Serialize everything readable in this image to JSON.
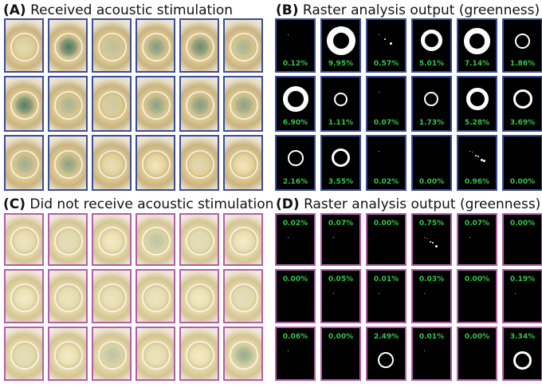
{
  "panels": {
    "A": {
      "letter": "(A)",
      "title": "Received acoustic stimulation"
    },
    "B": {
      "letter": "(B)",
      "title": "Raster analysis output (greenness)"
    },
    "C": {
      "letter": "(C)",
      "title": "Did not receive acoustic stimulation"
    },
    "D": {
      "letter": "(D)",
      "title": "Raster analysis output (greenness)"
    }
  },
  "stimulated": {
    "greenness": [
      [
        "0.12%",
        "9.95%",
        "0.57%",
        "5.01%",
        "7.14%",
        "1.86%"
      ],
      [
        "6.90%",
        "1.11%",
        "0.07%",
        "1.73%",
        "5.28%",
        "3.69%"
      ],
      [
        "2.16%",
        "3.55%",
        "0.02%",
        "0.00%",
        "0.96%",
        "0.00%"
      ]
    ]
  },
  "control": {
    "greenness": [
      [
        "0.02%",
        "0.07%",
        "0.00%",
        "0.75%",
        "0.07%",
        "0.00%"
      ],
      [
        "0.00%",
        "0.05%",
        "0.01%",
        "0.03%",
        "0.00%",
        "0.19%"
      ],
      [
        "0.06%",
        "0.00%",
        "2.49%",
        "0.01%",
        "0.00%",
        "3.34%"
      ]
    ]
  },
  "colors": {
    "stimulated_frame": "#3b4c9a",
    "control_frame": "#b45cae",
    "percent_text": "#34c34a",
    "raster_background": "#000000"
  }
}
